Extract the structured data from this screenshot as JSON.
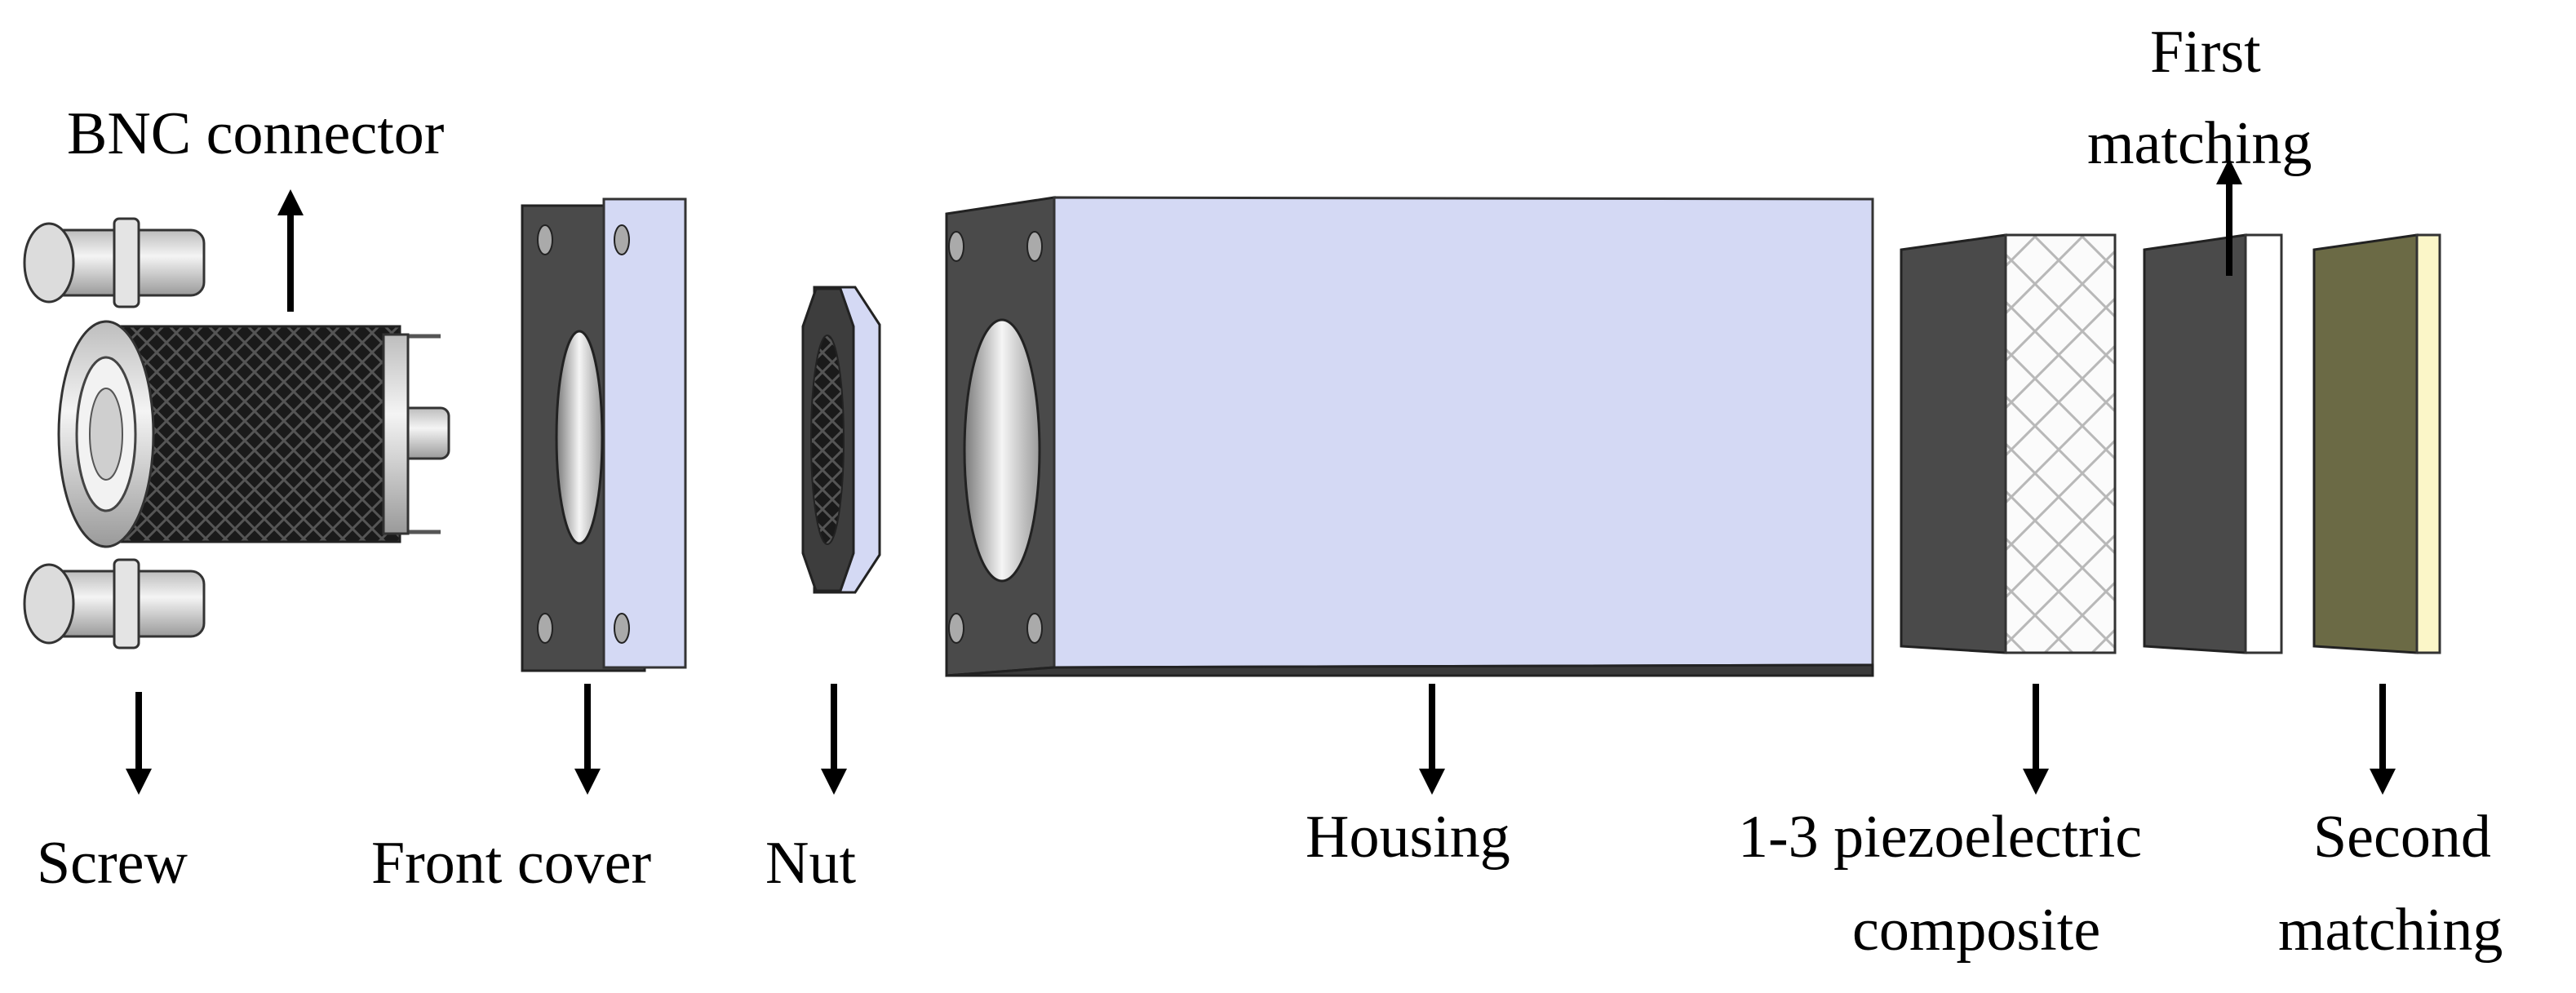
{
  "labels": {
    "bnc_connector": "BNC connector",
    "first_matching_line1": "First",
    "first_matching_line2": "matching",
    "screw": "Screw",
    "front_cover": "Front cover",
    "nut": "Nut",
    "housing": "Housing",
    "piezo_line1": "1-3 piezoelectric",
    "piezo_line2": "composite",
    "second_matching_line1": "Second",
    "second_matching_line2": "matching"
  },
  "colors": {
    "background": "#ffffff",
    "dark_part": "#4a4a4a",
    "housing_face": "#d4d9f4",
    "knurl": "#1a1a1a",
    "metal": "#e6e6e6",
    "second_matching_front": "#6b6a45",
    "second_matching_side": "#fbf6c8",
    "arrow": "#000000"
  }
}
